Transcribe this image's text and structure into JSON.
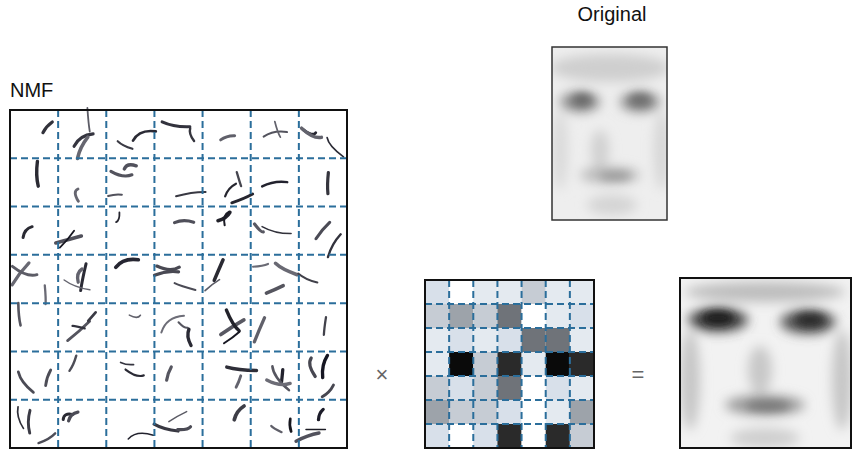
{
  "diagram": {
    "nodes": [
      {
        "text": [
          "NMF"
        ]
      },
      {
        "text": [
          "Original"
        ]
      }
    ],
    "labels": [
      "×",
      "="
    ]
  }
}
